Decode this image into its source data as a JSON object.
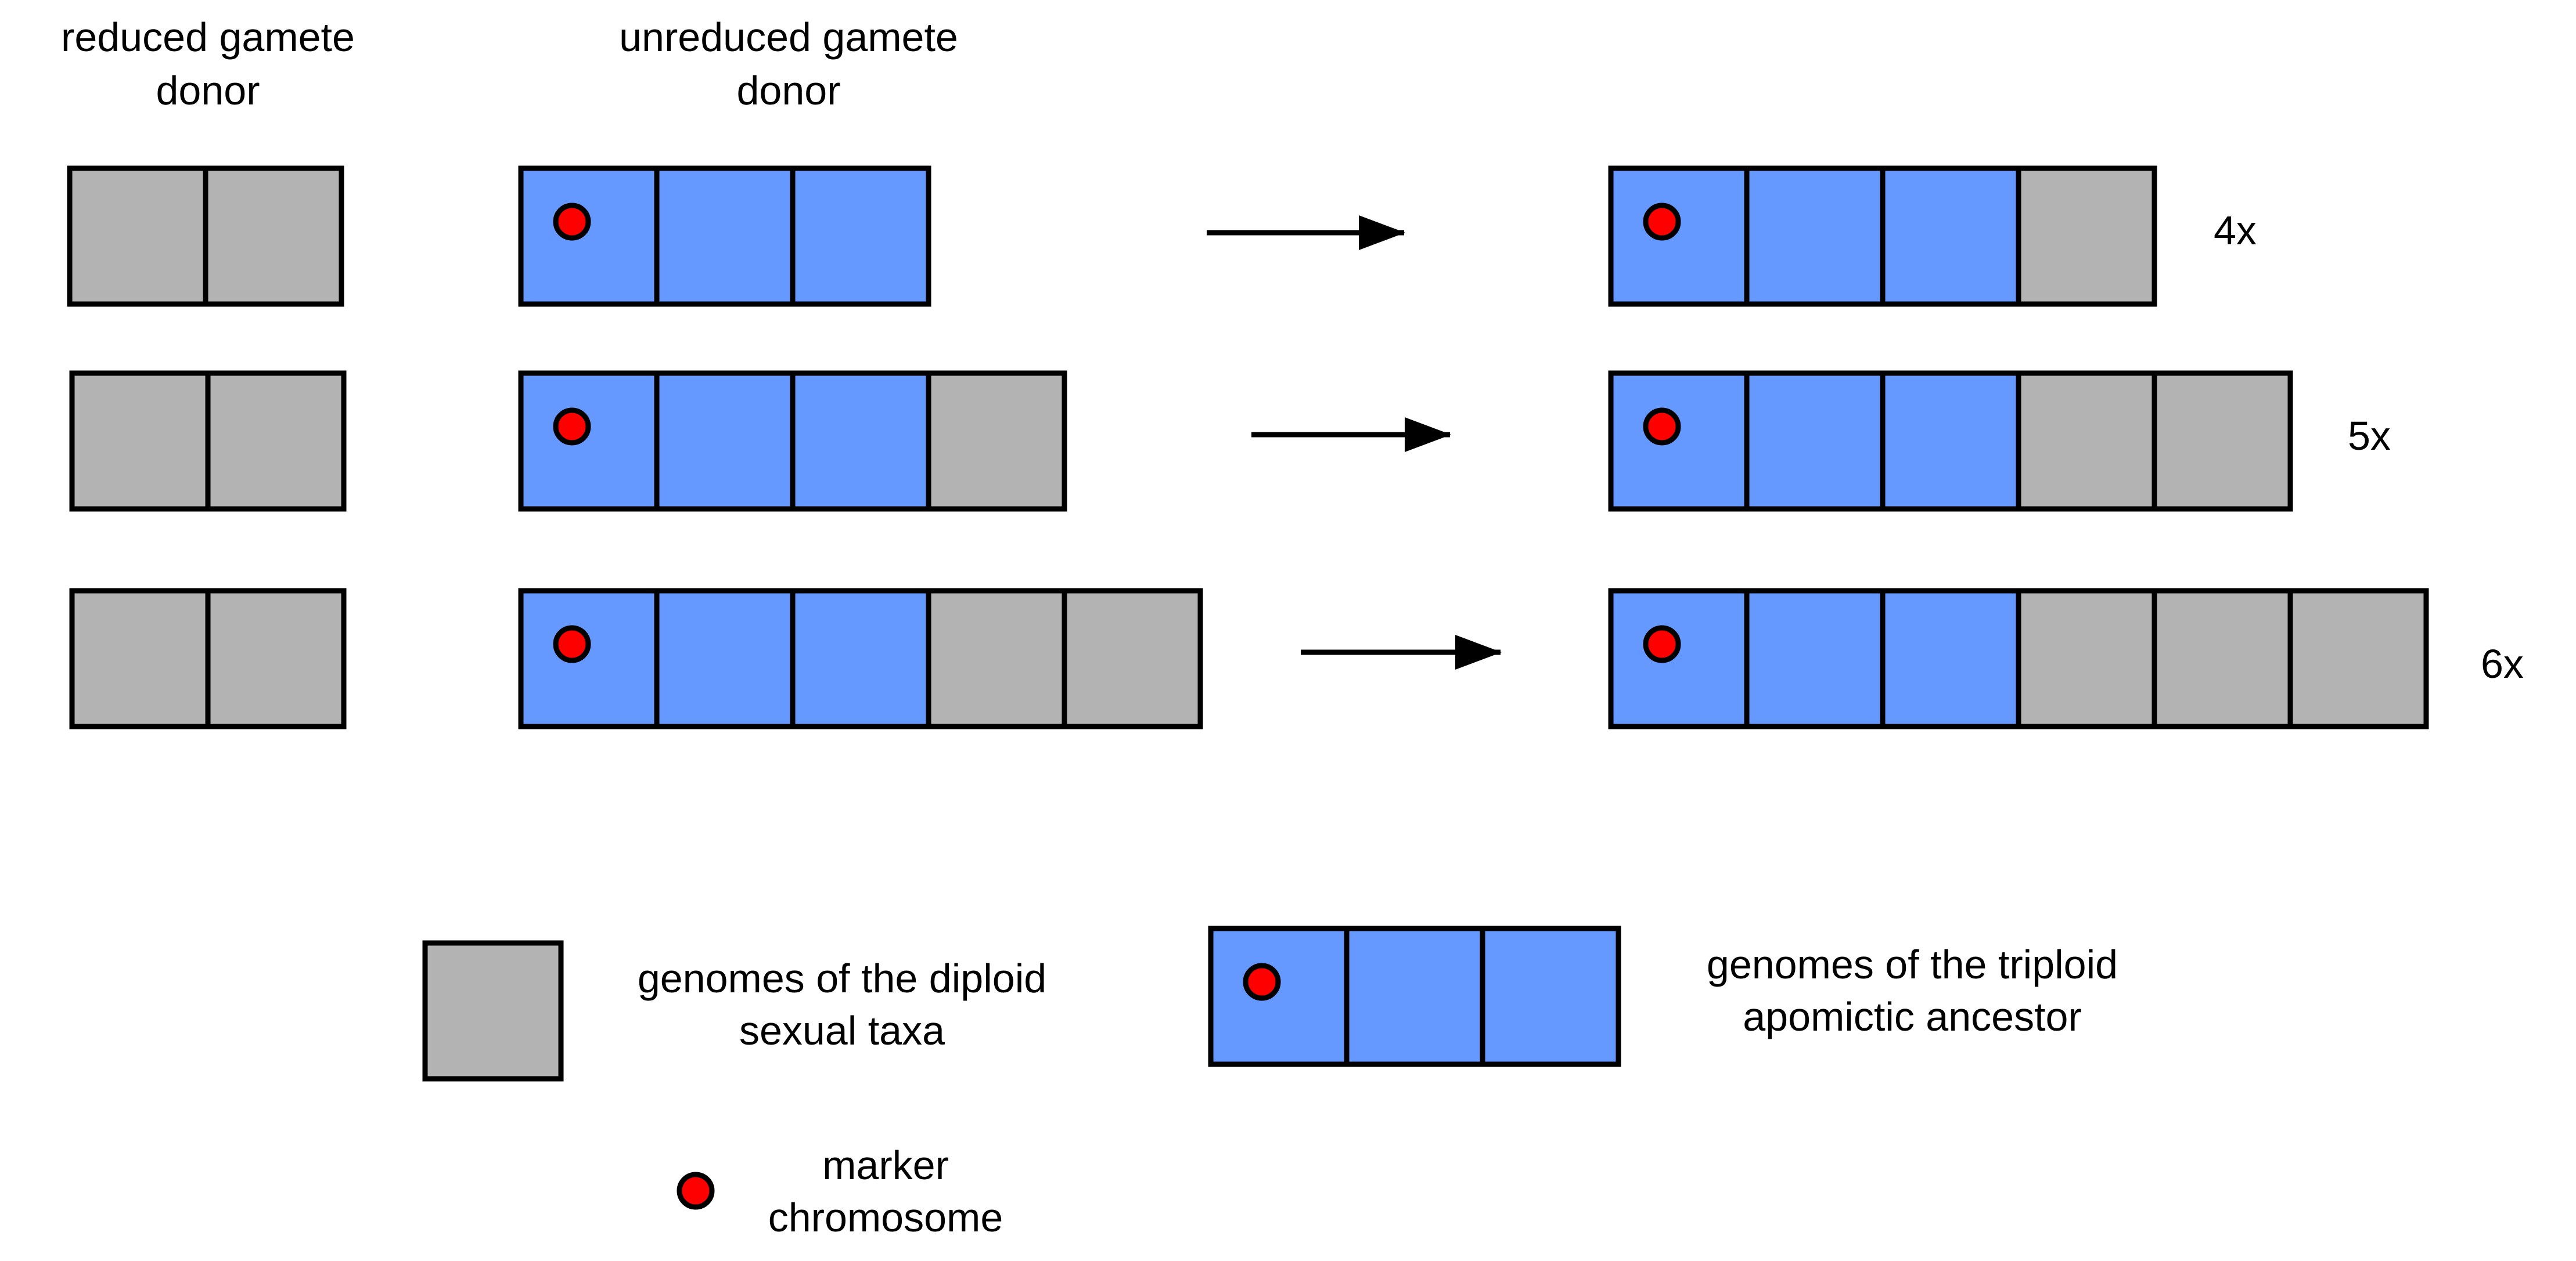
{
  "colors": {
    "sexual_genome": "#b3b3b3",
    "apomictic_genome": "#6699ff",
    "marker": "#ff0000",
    "outline": "#000000",
    "background": "#ffffff"
  },
  "headers": {
    "reduced_donor": [
      "reduced gamete",
      "donor"
    ],
    "unreduced_donor": [
      "unreduced gamete",
      "donor"
    ]
  },
  "rows": [
    {
      "reduced_gamete": [
        "sexual",
        "sexual"
      ],
      "unreduced_gamete": [
        "apomictic",
        "apomictic",
        "apomictic"
      ],
      "offspring": [
        "apomictic",
        "apomictic",
        "apomictic",
        "sexual"
      ],
      "ploidy_label": "4x"
    },
    {
      "reduced_gamete": [
        "sexual",
        "sexual"
      ],
      "unreduced_gamete": [
        "apomictic",
        "apomictic",
        "apomictic",
        "sexual"
      ],
      "offspring": [
        "apomictic",
        "apomictic",
        "apomictic",
        "sexual",
        "sexual"
      ],
      "ploidy_label": "5x"
    },
    {
      "reduced_gamete": [
        "sexual",
        "sexual"
      ],
      "unreduced_gamete": [
        "apomictic",
        "apomictic",
        "apomictic",
        "sexual",
        "sexual"
      ],
      "offspring": [
        "apomictic",
        "apomictic",
        "apomictic",
        "sexual",
        "sexual",
        "sexual"
      ],
      "ploidy_label": "6x"
    }
  ],
  "legend": {
    "sexual": {
      "icon": "sexual-genome-box",
      "lines": [
        "genomes of the diploid",
        "sexual taxa"
      ]
    },
    "apomictic": {
      "icon": "apomictic-genome-boxes",
      "genomes": [
        "apomictic",
        "apomictic",
        "apomictic"
      ],
      "lines": [
        "genomes of the triploid",
        "apomictic ancestor"
      ]
    },
    "marker": {
      "icon": "marker-dot",
      "lines": [
        "marker",
        "chromosome"
      ]
    }
  }
}
